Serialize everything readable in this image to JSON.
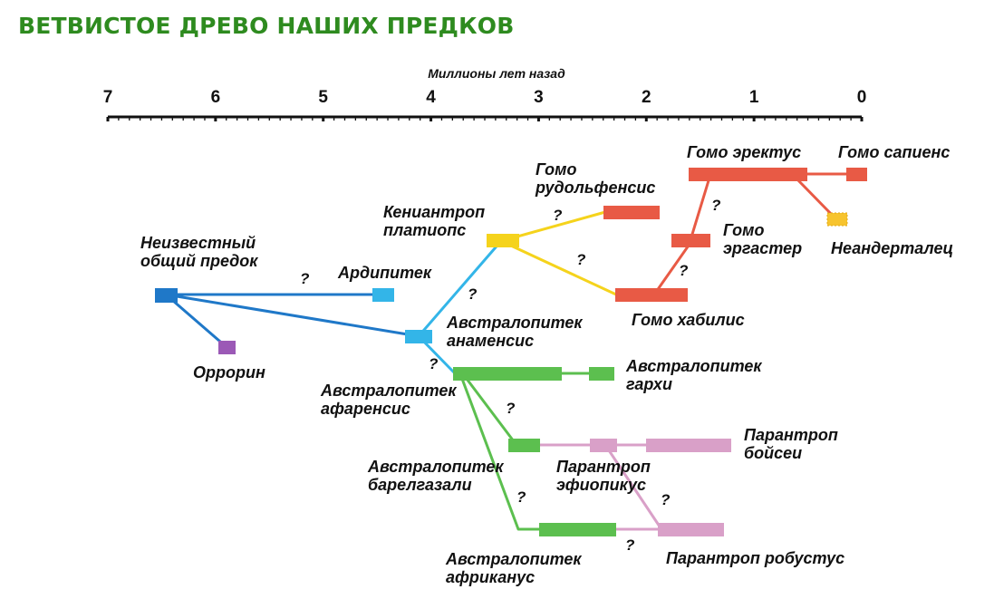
{
  "title": "ВЕТВИСТОЕ ДРЕВО НАШИХ ПРЕДКОВ",
  "axis": {
    "title": "Миллионы лет назад",
    "ticks": [
      "7",
      "6",
      "5",
      "4",
      "3",
      "2",
      "1",
      "0"
    ]
  },
  "colors": {
    "title": "#2e8b1f",
    "common": "#1f78c8",
    "ardi": "#33b5e8",
    "orrorin": "#9b59b6",
    "australopith": "#5cbf4f",
    "kenyanthropus": "#f5d31c",
    "homo": "#e85a45",
    "paranthropus": "#d9a0c8",
    "neanderthal": "#f7c42e"
  },
  "question_mark": "?",
  "species": {
    "common_ancestor": "Неизвестный\nобщий предок",
    "ardipithecus": "Ардипитек",
    "orrorin": "Оррорин",
    "anamensis": "Австралопитек\nанаменсис",
    "afarensis": "Австралопитек\nафаренсис",
    "garhi": "Австралопитек\nгархи",
    "bahrelghazali": "Австралопитек\nбарелгазали",
    "africanus": "Австралопитек\nафриканус",
    "aethiopicus": "Парантроп\nэфиопикус",
    "boisei": "Парантроп\nбойсеи",
    "robustus": "Парантроп робустус",
    "kenyanthropus": "Кениантроп\nплатиопс",
    "rudolfensis": "Гомо\nрудольфенсис",
    "habilis": "Гомо хабилис",
    "ergaster": "Гомо\nэргастер",
    "erectus": "Гомо эректус",
    "sapiens": "Гомо сапиенс",
    "neanderthal": "Неандерталец"
  }
}
